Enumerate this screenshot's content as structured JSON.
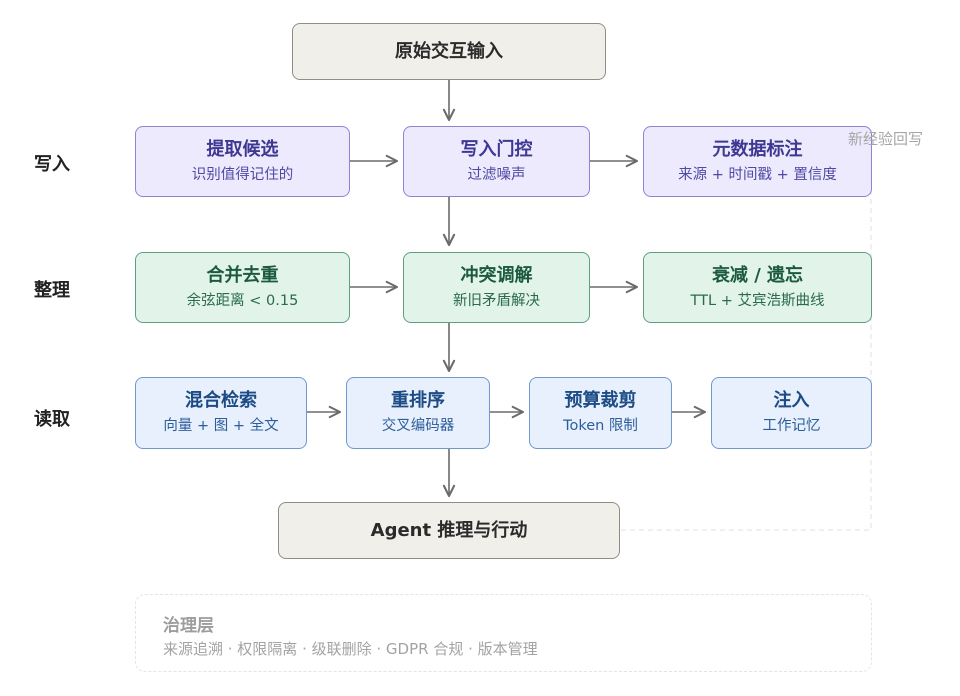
{
  "diagram": {
    "top_box": {
      "title": "原始交互输入"
    },
    "row_labels": {
      "write": "写入",
      "organize": "整理",
      "read": "读取"
    },
    "write_row": [
      {
        "title": "提取候选",
        "subtitle": "识别值得记住的"
      },
      {
        "title": "写入门控",
        "subtitle": "过滤噪声"
      },
      {
        "title": "元数据标注",
        "subtitle": "来源 + 时间戳 + 置信度"
      }
    ],
    "organize_row": [
      {
        "title": "合并去重",
        "subtitle": "余弦距离 < 0.15"
      },
      {
        "title": "冲突调解",
        "subtitle": "新旧矛盾解决"
      },
      {
        "title": "衰减 / 遗忘",
        "subtitle": "TTL + 艾宾浩斯曲线"
      }
    ],
    "read_row": [
      {
        "title": "混合检索",
        "subtitle": "向量 + 图 + 全文"
      },
      {
        "title": "重排序",
        "subtitle": "交叉编码器"
      },
      {
        "title": "预算裁剪",
        "subtitle": "Token 限制"
      },
      {
        "title": "注入",
        "subtitle": "工作记忆"
      }
    ],
    "bottom_box": {
      "title": "Agent 推理与行动"
    },
    "feedback_note": "新经验回写",
    "governance": {
      "title": "治理层",
      "items": "来源追溯 · 权限隔离 · 级联删除 · GDPR 合规 · 版本管理"
    },
    "colors": {
      "neutral": "#f1efe9",
      "write": "#edeafd",
      "organize": "#e2f4ea",
      "read": "#e7f0fc",
      "arrow": "#6b6b6b"
    }
  }
}
